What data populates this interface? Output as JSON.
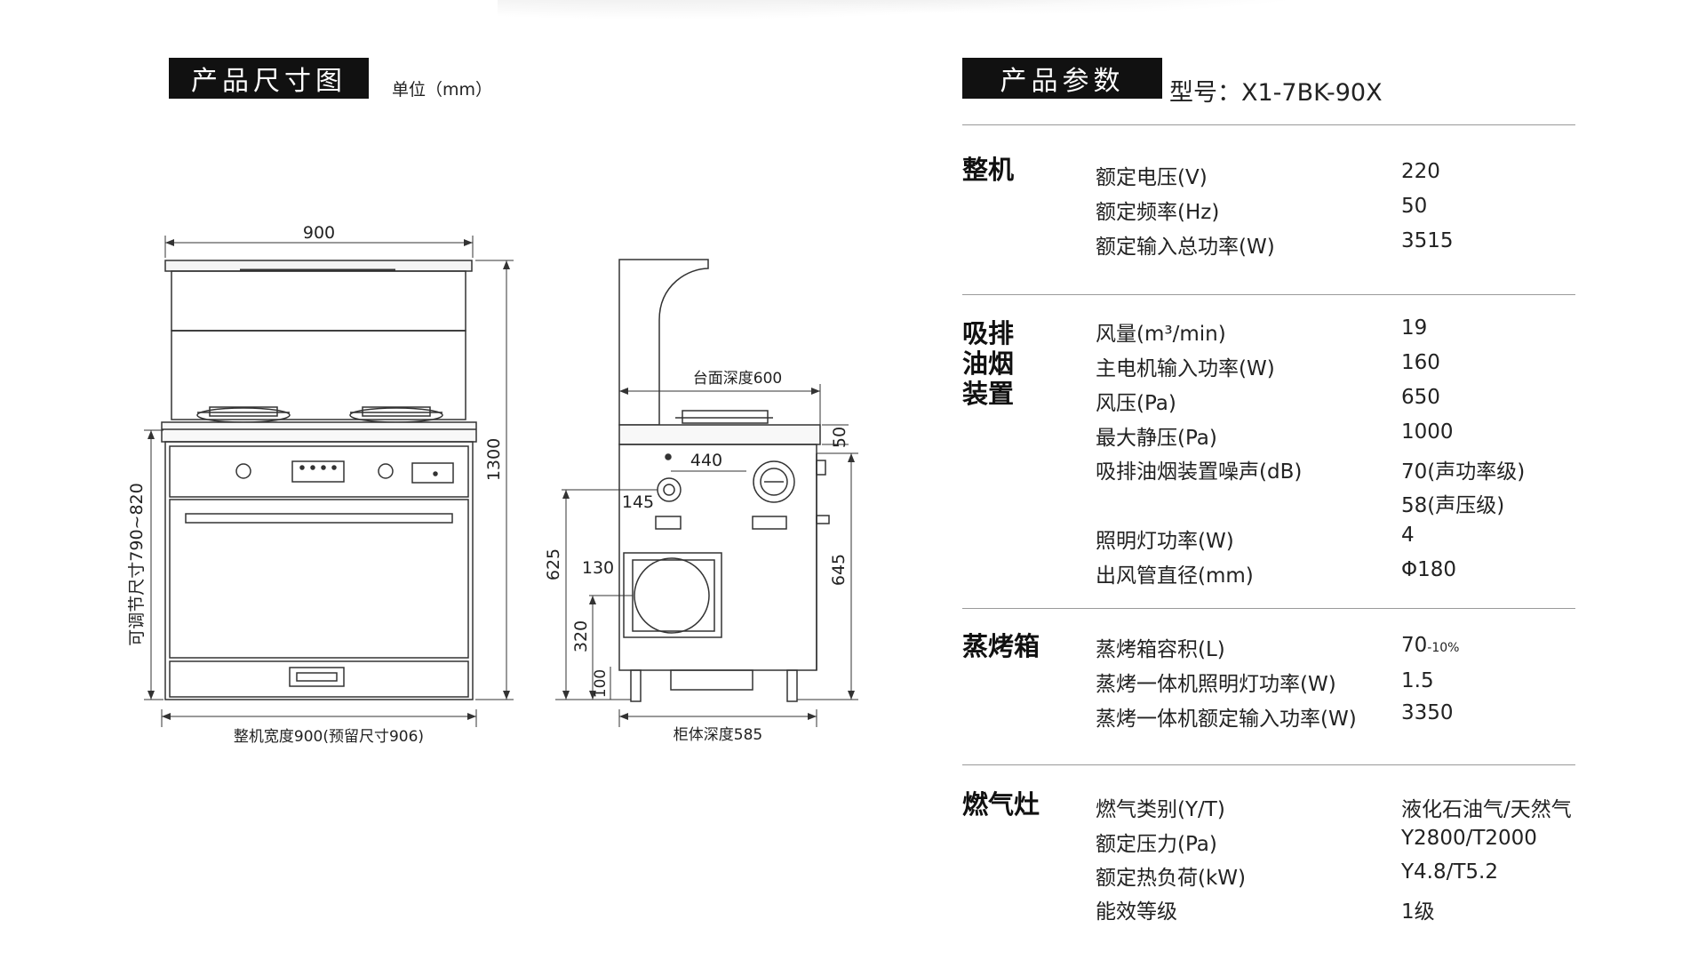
{
  "left": {
    "title": "产品尺寸图",
    "unit": "单位（mm）",
    "dims": {
      "front_width": "900",
      "total_height": "1300",
      "adjustable": "可调节尺寸790~820",
      "overall_width": "整机宽度900(预留尺寸906)",
      "counter_depth": "台面深度600",
      "d50": "50",
      "d440": "440",
      "d145": "145",
      "d130": "130",
      "d625": "625",
      "d645": "645",
      "d320": "320",
      "d100": "100",
      "cabinet_depth": "柜体深度585"
    }
  },
  "right": {
    "title": "产品参数",
    "model": "型号：X1-7BK-90X",
    "sections": [
      {
        "title": "整机",
        "rows": [
          {
            "name": "额定电压(V)",
            "value": "220"
          },
          {
            "name": "额定频率(Hz)",
            "value": "50"
          },
          {
            "name": "额定输入总功率(W)",
            "value": "3515"
          }
        ]
      },
      {
        "title": "吸排油烟装置",
        "title_lines": [
          "吸排",
          "油烟",
          "装置"
        ],
        "rows": [
          {
            "name": "风量(m³/min)",
            "value": "19"
          },
          {
            "name": "主电机输入功率(W)",
            "value": "160"
          },
          {
            "name": "风压(Pa)",
            "value": "650"
          },
          {
            "name": "最大静压(Pa)",
            "value": "1000"
          },
          {
            "name": "吸排油烟装置噪声(dB)",
            "value": "70(声功率级)",
            "value2": "58(声压级)"
          },
          {
            "name": "照明灯功率(W)",
            "value": "4"
          },
          {
            "name": "出风管直径(mm)",
            "value": "Φ180"
          }
        ]
      },
      {
        "title": "蒸烤箱",
        "rows": [
          {
            "name": "蒸烤箱容积(L)",
            "value": "70",
            "value_suffix": "-10%"
          },
          {
            "name": "蒸烤一体机照明灯功率(W)",
            "value": "1.5"
          },
          {
            "name": "蒸烤一体机额定输入功率(W)",
            "value": "3350"
          }
        ]
      },
      {
        "title": "燃气灶",
        "rows": [
          {
            "name": "燃气类别(Y/T)",
            "value": "液化石油气/天然气"
          },
          {
            "name": "额定压力(Pa)",
            "value": "Y2800/T2000"
          },
          {
            "name": "额定热负荷(kW)",
            "value": "Y4.8/T5.2"
          },
          {
            "name": "能效等级",
            "value": "1级"
          }
        ]
      }
    ]
  }
}
